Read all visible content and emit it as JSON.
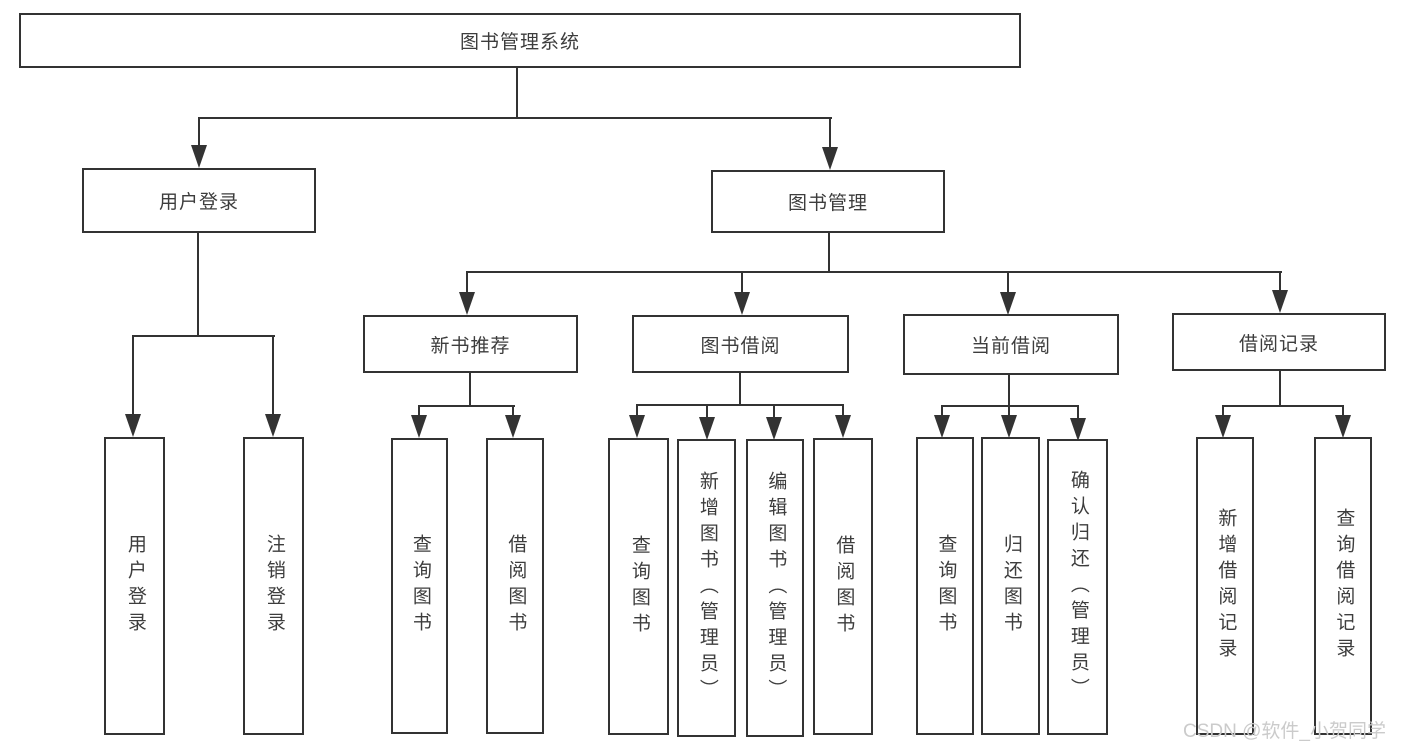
{
  "nodes": {
    "root": "图书管理系统",
    "user_login": "用户登录",
    "book_mgmt": "图书管理",
    "new_book_rec": "新书推荐",
    "book_borrow": "图书借阅",
    "current_borrow": "当前借阅",
    "borrow_record": "借阅记录",
    "leaf_user_login": "用户登录",
    "leaf_logout": "注销登录",
    "leaf_rec_query": "查询图书",
    "leaf_rec_borrow": "借阅图书",
    "leaf_bb_query": "查询图书",
    "leaf_bb_add": "新增图书（管理员）",
    "leaf_bb_edit": "编辑图书（管理员）",
    "leaf_bb_borrow": "借阅图书",
    "leaf_cb_query": "查询图书",
    "leaf_cb_return": "归还图书",
    "leaf_cb_confirm": "确认归还（管理员）",
    "leaf_br_add": "新增借阅记录",
    "leaf_br_query": "查询借阅记录"
  },
  "watermark": "CSDN @软件_小贺同学",
  "colors": {
    "line": "#333333",
    "text": "#3d3d3d",
    "watermark": "#cbcbcb",
    "background": "#ffffff"
  }
}
